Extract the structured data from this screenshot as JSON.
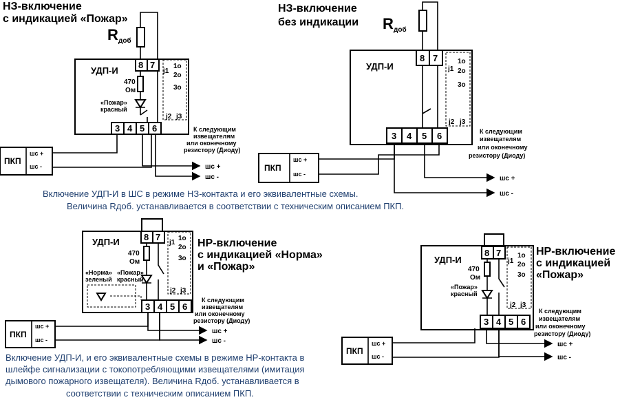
{
  "d1": {
    "title_line1": "НЗ-включение",
    "title_line2": "с индикацией «Пожар»",
    "r_main": "R",
    "r_sub": "доб",
    "device": "УДП-И",
    "resistor_470": "470",
    "resistor_unit": "Ом",
    "led_label_1": "«Пожар»",
    "led_label_2": "красный",
    "jumper_j1": "j1",
    "jumper_j2": "j2",
    "jumper_j3": "j3",
    "jumper_1": "1o",
    "jumper_2": "2o",
    "jumper_3": "3o",
    "terminals_top": [
      "8",
      "7"
    ],
    "terminals_bottom": [
      "3",
      "4",
      "5",
      "6"
    ],
    "pkp": "ПКП",
    "shs_plus": "шс +",
    "shs_minus": "шс -",
    "next_1": "К следующим",
    "next_2": "извещателям",
    "next_3": "или оконечному",
    "next_4": "резистору (Диоду)",
    "out_plus": "шс +",
    "out_minus": "шс -"
  },
  "d2": {
    "title_line1": "НЗ-включение",
    "title_line2": "без индикации",
    "r_main": "R",
    "r_sub": "доб",
    "device": "УДП-И",
    "jumper_j1": "j1",
    "jumper_j2": "j2",
    "jumper_j3": "j3",
    "jumper_1": "1o",
    "jumper_2": "2o",
    "jumper_3": "3o",
    "terminals_top": [
      "8",
      "7"
    ],
    "terminals_bottom": [
      "3",
      "4",
      "5",
      "6"
    ],
    "pkp": "ПКП",
    "shs_plus": "шс +",
    "shs_minus": "шс -",
    "next_1": "К следующим",
    "next_2": "извещателям",
    "next_3": "или оконечному",
    "next_4": "резистору (Диоду)",
    "out_plus": "шс +",
    "out_minus": "шс -"
  },
  "caption1": {
    "line1": "Включение УДП-И в ШС в режиме НЗ-контакта и его эквивалентные схемы.",
    "line2": "Величина Rдоб. устанавливается в соответствии с техническим  описанием ПКП."
  },
  "d3": {
    "title_line1": "НР-включение",
    "title_line2": "с индикацией «Норма»",
    "title_line3": "и «Пожар»",
    "device": "УДП-И",
    "resistor_470": "470",
    "resistor_unit": "Ом",
    "led_norm_1": "«Норма»",
    "led_norm_2": "зеленый",
    "led_fire_1": "«Пожар»",
    "led_fire_2": "красный",
    "jumper_j1": "j1",
    "jumper_j2": "j2",
    "jumper_j3": "j3",
    "jumper_1": "1o",
    "jumper_2": "2o",
    "jumper_3": "3o",
    "terminals_top": [
      "8",
      "7"
    ],
    "terminals_bottom": [
      "3",
      "4",
      "5",
      "6"
    ],
    "pkp": "ПКП",
    "shs_plus": "шс +",
    "shs_minus": "шс -",
    "next_1": "К следующим",
    "next_2": "извещателям",
    "next_3": "или оконечному",
    "next_4": "резистору (Диоду)",
    "out_plus": "шс +",
    "out_minus": "шс -"
  },
  "d4": {
    "title_line1": "НР-включение",
    "title_line2": "с индикацией",
    "title_line3": "«Пожар»",
    "device": "УДП-И",
    "resistor_470": "470",
    "resistor_unit": "Ом",
    "led_label_1": "«Пожар»",
    "led_label_2": "красный",
    "jumper_j1": "j1",
    "jumper_j2": "j2",
    "jumper_j3": "j3",
    "jumper_1": "1o",
    "jumper_2": "2o",
    "jumper_3": "3o",
    "terminals_top": [
      "8",
      "7"
    ],
    "terminals_bottom": [
      "3",
      "4",
      "5",
      "6"
    ],
    "pkp": "ПКП",
    "shs_plus": "шс +",
    "shs_minus": "шс -",
    "next_1": "К следующим",
    "next_2": "извещателям",
    "next_3": "или оконечному",
    "next_4": "резистору (Диоду)",
    "out_plus": "шс +",
    "out_minus": "шс -"
  },
  "caption2": {
    "line1": "Включение УДП-И, и его эквивалентные схемы в режиме НР-контакта в",
    "line2": "шлейфе сигнализации с токопотребляющими извещателями (имитация",
    "line3": "дымового пожарного извещателя). Величина Rдоб. устанавливается в",
    "line4": "соответствии с техническим описанием ПКП."
  }
}
